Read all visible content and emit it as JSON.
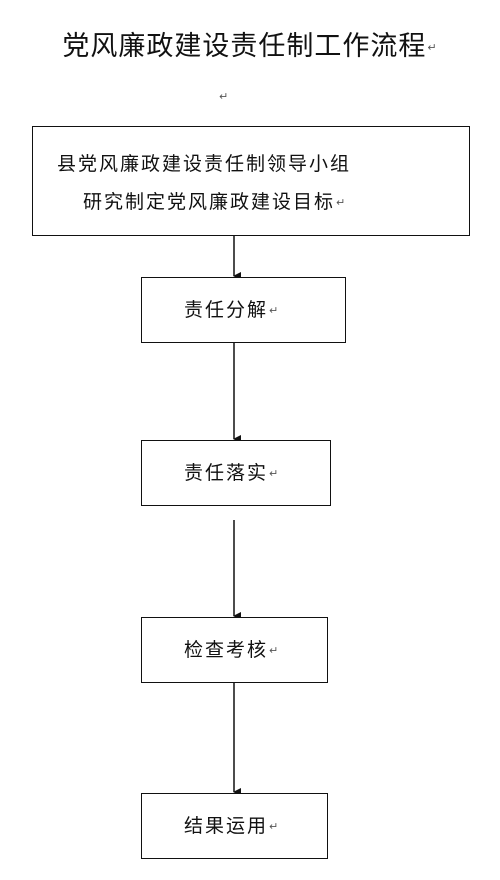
{
  "title": "党风廉政建设责任制工作流程",
  "paragraph_mark": "↵",
  "flow": {
    "top_box": {
      "line1": "县党风廉政建设责任制领导小组",
      "line2": "研究制定党风廉政建设目标"
    },
    "steps": [
      {
        "label": "责任分解"
      },
      {
        "label": "责任落实"
      },
      {
        "label": "检查考核"
      },
      {
        "label": "结果运用"
      }
    ]
  },
  "colors": {
    "border": "#111111",
    "text": "#111111",
    "mark": "#555555"
  }
}
